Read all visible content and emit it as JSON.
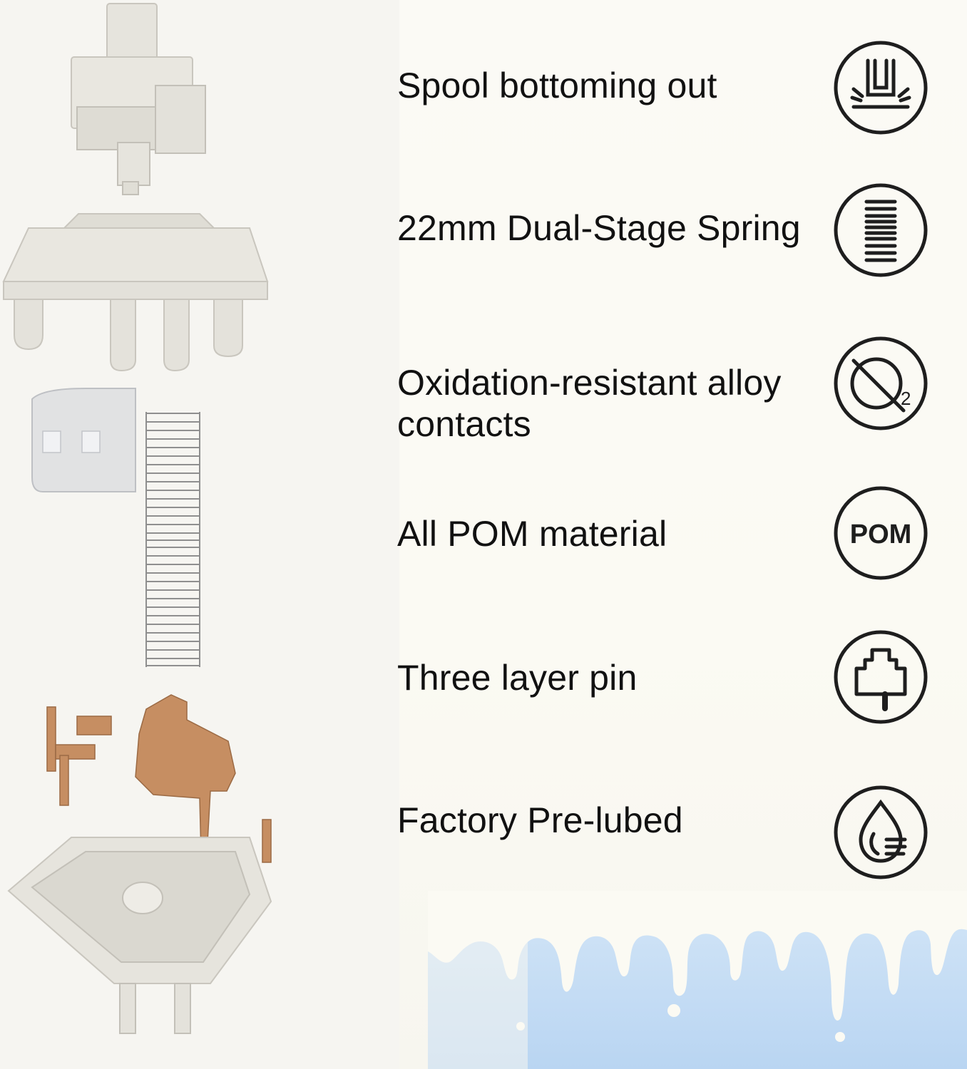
{
  "features": [
    {
      "label": "Spool bottoming out",
      "icon": "spool-bottom-icon"
    },
    {
      "label": "22mm Dual-Stage Spring",
      "icon": "spring-icon"
    },
    {
      "label": "Oxidation-resistant alloy contacts",
      "icon": "no-oxygen-icon"
    },
    {
      "label": "All POM material",
      "icon": "pom-icon",
      "icon_text": "POM"
    },
    {
      "label": "Three layer pin",
      "icon": "pin-icon"
    },
    {
      "label": "Factory Pre-lubed",
      "icon": "lube-drop-icon"
    }
  ],
  "colors": {
    "text": "#111111",
    "icon": "#1e1e1e",
    "switch_part": "#e3e1da",
    "copper": "#c68e62",
    "drip_blue": "#c3dcf4"
  }
}
